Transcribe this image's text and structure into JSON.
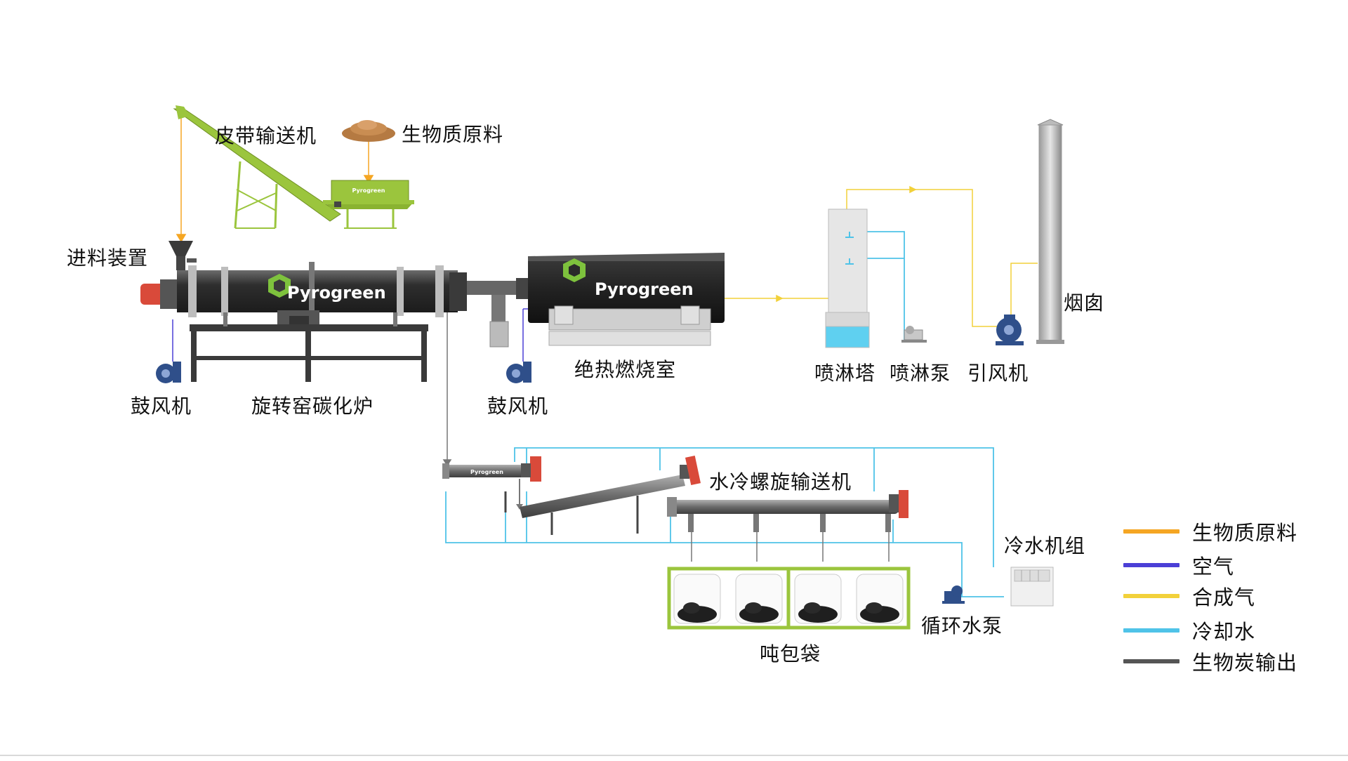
{
  "labels": {
    "belt_conveyor": "皮带输送机",
    "biomass_raw": "生物质原料",
    "feeder": "进料装置",
    "blower_left": "鼓风机",
    "rotary_kiln": "旋转窑碳化炉",
    "blower_mid": "鼓风机",
    "adiabatic_chamber": "绝热燃烧室",
    "spray_tower": "喷淋塔",
    "spray_pump": "喷淋泵",
    "induced_fan": "引风机",
    "chimney": "烟囱",
    "water_screw": "水冷螺旋输送机",
    "chiller": "冷水机组",
    "circ_pump": "循环水泵",
    "ton_bags": "吨包袋"
  },
  "brand": {
    "kiln_logo": "Pyrogreen",
    "chamber_logo": "Pyrogreen",
    "hopper_logo": "Pyrogreen",
    "screw_logo": "Pyrogreen"
  },
  "legend": [
    {
      "label": "生物质原料",
      "color": "#f5a623"
    },
    {
      "label": "空气",
      "color": "#4b3fd6"
    },
    {
      "label": "合成气",
      "color": "#f2d13a"
    },
    {
      "label": "冷却水",
      "color": "#4fc3e8"
    },
    {
      "label": "生物炭输出",
      "color": "#555555"
    }
  ],
  "colors": {
    "biomass": "#f5a623",
    "air": "#4b3fd6",
    "syngas": "#f2d13a",
    "coolant": "#4fc3e8",
    "char": "#555555",
    "equipment_green": "#9bc53d",
    "kiln_dark": "#3a3a3a"
  }
}
